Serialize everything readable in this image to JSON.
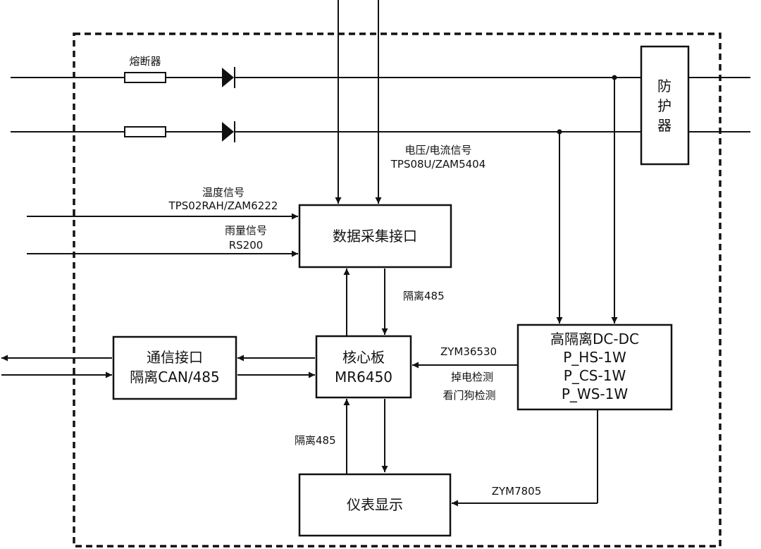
{
  "colors": {
    "line": "#111111",
    "background": "#ffffff"
  },
  "labels": {
    "fuse": "熔断器",
    "voltage_current_1": "电压/电流信号",
    "voltage_current_2": "TPS08U/ZAM5404",
    "temp_1": "温度信号",
    "temp_2": "TPS02RAH/ZAM6222",
    "rain_1": "雨量信号",
    "rain_2": "RS200",
    "iso485_top": "隔离485",
    "iso485_bottom": "隔离485",
    "zym36530": "ZYM36530",
    "power_detect": "掉电检测",
    "watchdog_detect": "看门狗检测",
    "zym7805": "ZYM7805"
  },
  "blocks": {
    "protector": [
      "防",
      "护",
      "器"
    ],
    "data_acq": "数据采集接口",
    "comm": [
      "通信接口",
      "隔离CAN/485"
    ],
    "core": [
      "核心板",
      "MR6450"
    ],
    "dcdc": [
      "高隔离DC-DC",
      "P_HS-1W",
      "P_CS-1W",
      "P_WS-1W"
    ],
    "meter": "仪表显示"
  }
}
